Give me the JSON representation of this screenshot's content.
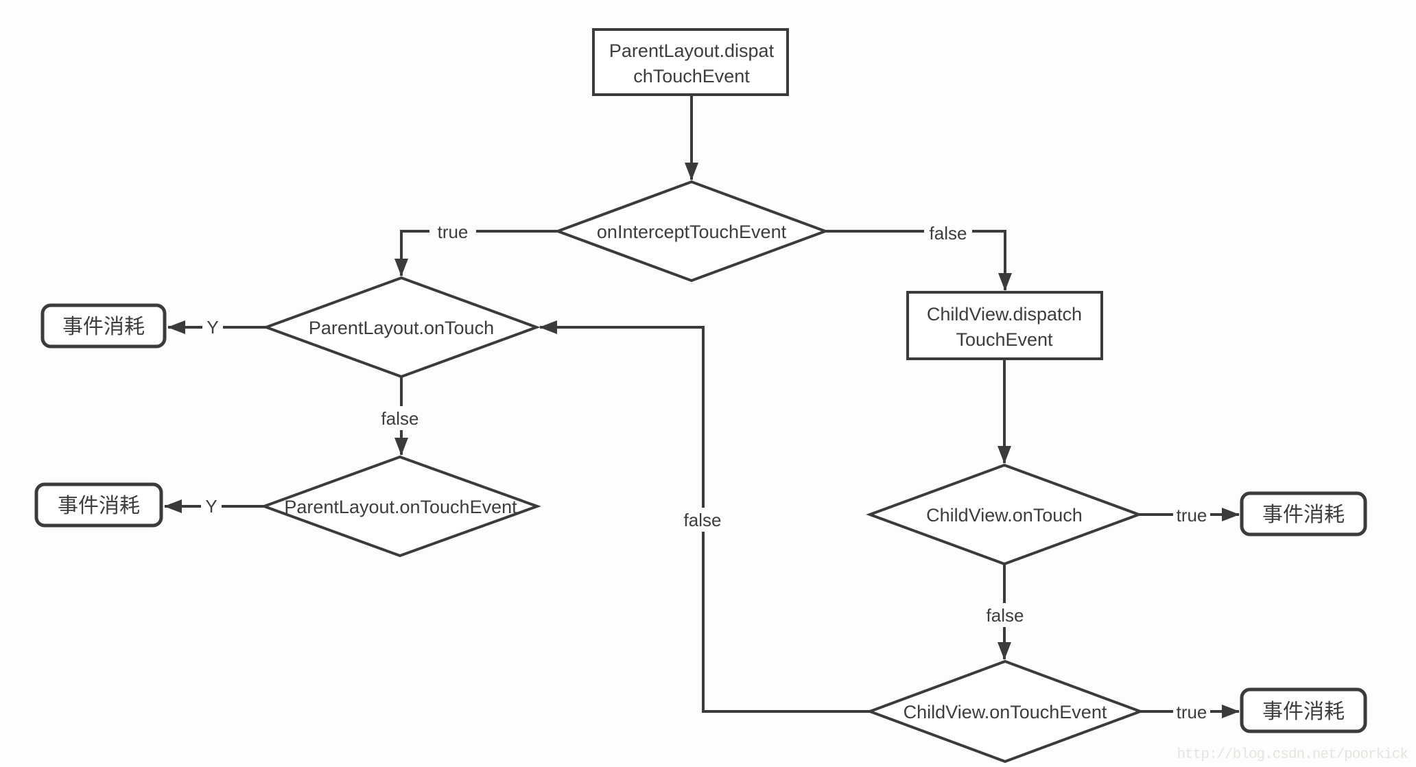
{
  "diagram": {
    "type": "flowchart",
    "nodes": {
      "parent_dispatch": {
        "shape": "process",
        "label": "ParentLayout.dispatchTouchEvent",
        "lines": [
          "ParentLayout.dispat",
          "chTouchEvent"
        ]
      },
      "on_intercept": {
        "shape": "decision",
        "label": "onInterceptTouchEvent"
      },
      "parent_on_touch": {
        "shape": "decision",
        "label": "ParentLayout.onTouch"
      },
      "consume_parent_ontouch": {
        "shape": "terminal",
        "label": "事件消耗"
      },
      "parent_on_touch_event": {
        "shape": "decision",
        "label": "ParentLayout.onTouchEvent"
      },
      "consume_parent_ontouchevent": {
        "shape": "terminal",
        "label": "事件消耗"
      },
      "child_dispatch": {
        "shape": "process",
        "label": "ChildView.dispatchTouchEvent",
        "lines": [
          "ChildView.dispatch",
          "TouchEvent"
        ]
      },
      "child_on_touch": {
        "shape": "decision",
        "label": "ChildView.onTouch"
      },
      "consume_child_ontouch": {
        "shape": "terminal",
        "label": "事件消耗"
      },
      "child_on_touch_event": {
        "shape": "decision",
        "label": "ChildView.onTouchEvent"
      },
      "consume_child_ontouchevent": {
        "shape": "terminal",
        "label": "事件消耗"
      }
    },
    "edges": {
      "dispatch_down": {
        "from": "parent_dispatch",
        "to": "on_intercept",
        "label": ""
      },
      "intercept_true": {
        "from": "on_intercept",
        "to": "parent_on_touch",
        "label": "true"
      },
      "intercept_false": {
        "from": "on_intercept",
        "to": "child_dispatch",
        "label": "false"
      },
      "parent_ontouch_y": {
        "from": "parent_on_touch",
        "to": "consume_parent_ontouch",
        "label": "Y"
      },
      "parent_ontouch_false": {
        "from": "parent_on_touch",
        "to": "parent_on_touch_event",
        "label": "false"
      },
      "parent_ontouchevent_y": {
        "from": "parent_on_touch_event",
        "to": "consume_parent_ontouchevent",
        "label": "Y"
      },
      "child_dispatch_down": {
        "from": "child_dispatch",
        "to": "child_on_touch",
        "label": ""
      },
      "child_ontouch_true": {
        "from": "child_on_touch",
        "to": "consume_child_ontouch",
        "label": "true"
      },
      "child_ontouch_false": {
        "from": "child_on_touch",
        "to": "child_on_touch_event",
        "label": "false"
      },
      "child_ontouchevent_true": {
        "from": "child_on_touch_event",
        "to": "consume_child_ontouchevent",
        "label": "true"
      },
      "child_ontouchevent_false": {
        "from": "child_on_touch_event",
        "to": "parent_on_touch",
        "label": "false"
      }
    },
    "watermark": "http://blog.csdn.net/poorkick"
  },
  "colors": {
    "line": "#3b3b3b",
    "text": "#3d3d3d",
    "node_fill": "#ffffff",
    "background": "#fdfdfd",
    "watermark": "#e7e4de"
  }
}
